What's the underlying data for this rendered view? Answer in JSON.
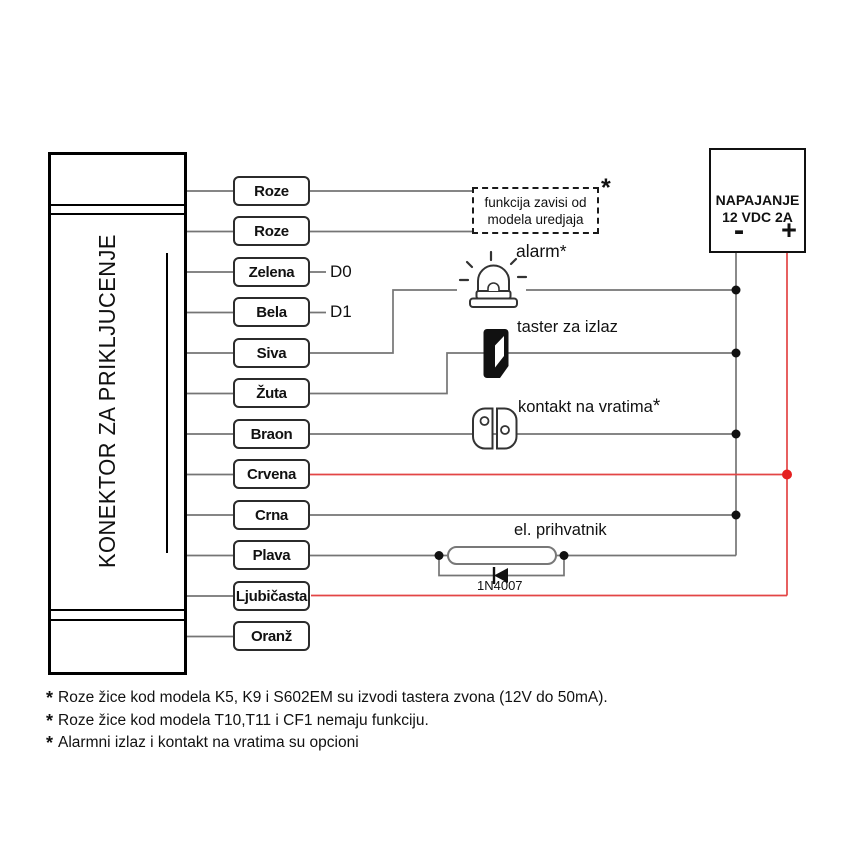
{
  "connector": {
    "label": "KONEKTOR ZA PRIKLJUCENJE"
  },
  "wires": [
    {
      "label": "Roze"
    },
    {
      "label": "Roze"
    },
    {
      "label": "Zelena",
      "tag": "D0"
    },
    {
      "label": "Bela",
      "tag": "D1"
    },
    {
      "label": "Siva"
    },
    {
      "label": "Žuta"
    },
    {
      "label": "Braon"
    },
    {
      "label": "Crvena"
    },
    {
      "label": "Crna"
    },
    {
      "label": "Plava"
    },
    {
      "label": "Ljubičasta"
    },
    {
      "label": "Oranž"
    }
  ],
  "dashed_note": {
    "line1": "funkcija zavisi od",
    "line2": "modela uredjaja",
    "asterisk": "*"
  },
  "labels": {
    "alarm": "alarm",
    "alarm_star": "*",
    "taster": "taster za izlaz",
    "kontakt": "kontakt na vratima",
    "kontakt_star": "*",
    "prihvatnik": "el. prihvatnik",
    "diode": "1N4007"
  },
  "power": {
    "title_line1": "NAPAJANJE",
    "title_line2": "12 VDC 2A",
    "minus": "-",
    "plus": "+"
  },
  "footnotes": [
    {
      "star": "*",
      "text": "Roze žice kod modela K5, K9 i S602EM su izvodi tastera zvona (12V do 50mA)."
    },
    {
      "star": "*",
      "text": "Roze žice kod modela T10,T11 i CF1 nemaju funkciju."
    },
    {
      "star": "*",
      "text": "Alarmni izlaz i kontakt na vratima su opcioni"
    }
  ],
  "colors": {
    "wire_gray": "#757575",
    "wire_red": "#e34545",
    "ink": "#111111"
  }
}
